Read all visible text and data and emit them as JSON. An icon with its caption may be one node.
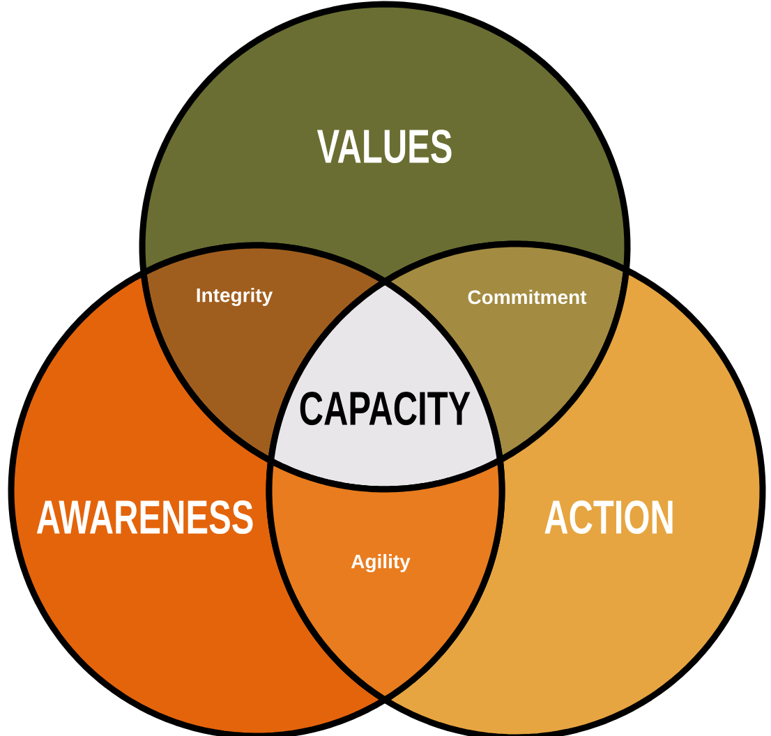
{
  "diagram": {
    "nodes": [
      {
        "text": [
          "VALUES"
        ]
      },
      {
        "text": [
          "Integrity"
        ]
      },
      {
        "text": [
          "Commitment"
        ]
      },
      {
        "text": [
          "CAPACITY"
        ]
      },
      {
        "text": [
          "AWARENESS"
        ]
      },
      {
        "text": [
          "ACTION"
        ]
      },
      {
        "text": [
          "Agility"
        ]
      }
    ]
  }
}
